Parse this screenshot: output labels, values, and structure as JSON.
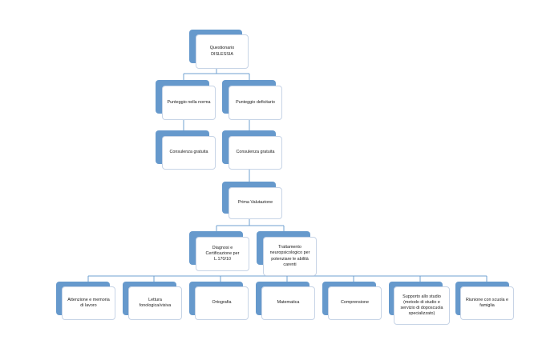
{
  "diagram": {
    "nodes": [
      {
        "id": "root",
        "label": "Questionario DISLESSIA"
      },
      {
        "id": "norma",
        "label": "Punteggio nella norma"
      },
      {
        "id": "deficitario",
        "label": "Punteggio deficitario"
      },
      {
        "id": "consulenza1",
        "label": "Consulenza gratuita"
      },
      {
        "id": "consulenza2",
        "label": "Consulenza gratuita"
      },
      {
        "id": "prima",
        "label": "Prima Valutazione"
      },
      {
        "id": "diagnosi",
        "label": "Diagnosi e Certificazione per L.170/10"
      },
      {
        "id": "trattamento",
        "label": "Trattamento neuropsicologico per potenziare le abilità carenti"
      },
      {
        "id": "attenzione",
        "label": "Attenzione e memoria di lavoro"
      },
      {
        "id": "lettura",
        "label": "Lettura fonologica/visiva"
      },
      {
        "id": "ortografia",
        "label": "Ortografia"
      },
      {
        "id": "matematica",
        "label": "Matematica"
      },
      {
        "id": "comprensione",
        "label": "Comprensione"
      },
      {
        "id": "supporto",
        "label": "Supporto allo studio (metodo di studio e servizio di doposcuola specializzato)"
      },
      {
        "id": "riunione",
        "label": "Riunione con scuola e famiglia"
      }
    ],
    "colors": {
      "accent": "#6699cc",
      "connector": "#6fa0d0",
      "box_border": "#c7d4e6"
    }
  }
}
